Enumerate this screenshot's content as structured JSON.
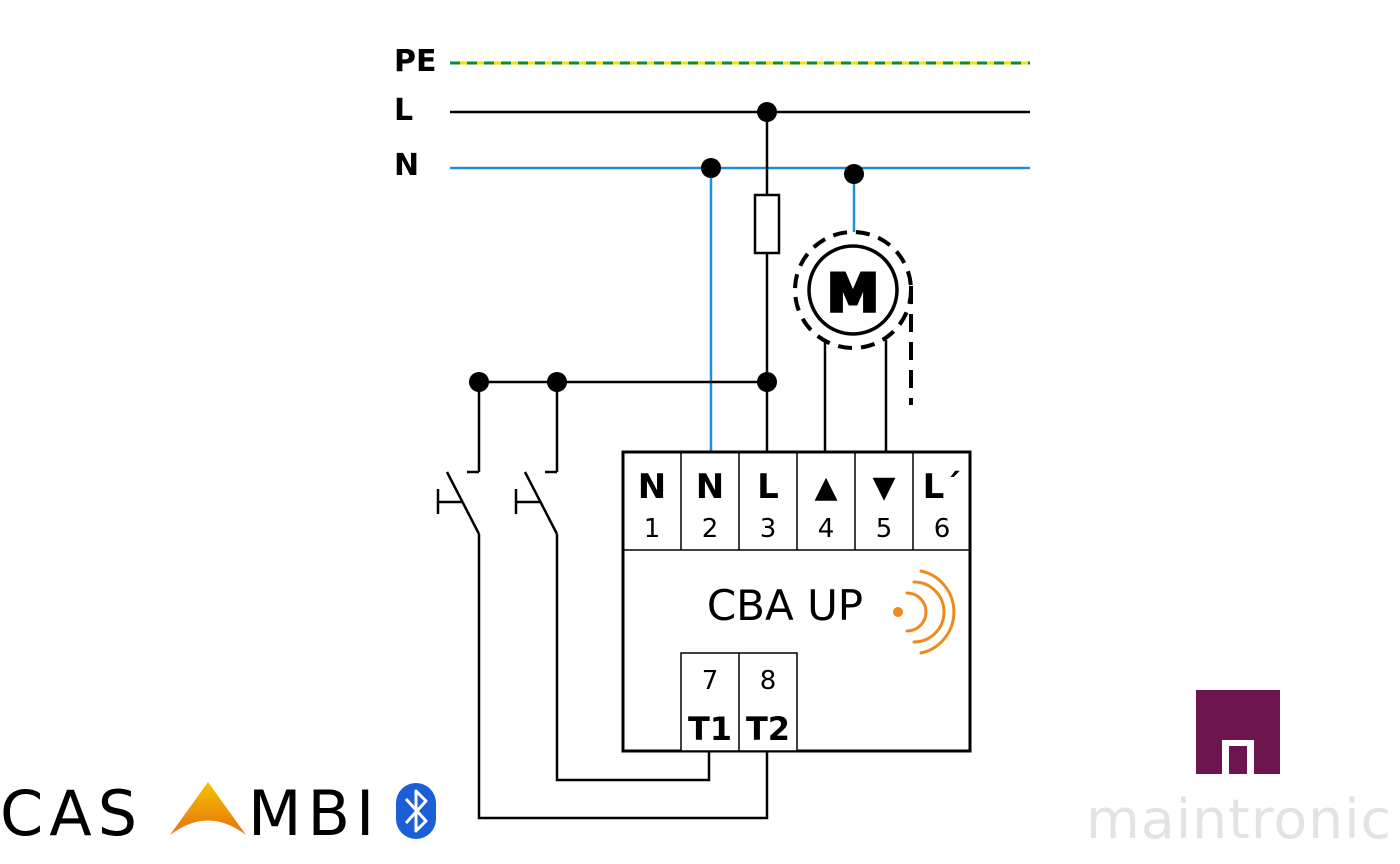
{
  "lines": {
    "pe": "PE",
    "l": "L",
    "n": "N"
  },
  "motor": {
    "symbol": "M"
  },
  "device": {
    "name": "CBA UP",
    "terminals_top": [
      {
        "letter": "N",
        "number": "1"
      },
      {
        "letter": "N",
        "number": "2"
      },
      {
        "letter": "L",
        "number": "3"
      },
      {
        "letter": "▲",
        "number": "4"
      },
      {
        "letter": "▼",
        "number": "5"
      },
      {
        "letter": "L´",
        "number": "6"
      }
    ],
    "terminals_bottom": [
      {
        "number": "7",
        "letter": "T1"
      },
      {
        "number": "8",
        "letter": "T2"
      }
    ]
  },
  "logos": {
    "casambi_pre": "CAS",
    "casambi_post": "MBI",
    "maintronic": "maintronic"
  },
  "colors": {
    "pe_yellow": "#f2e000",
    "pe_green": "#0a8a3a",
    "neutral_blue": "#1e8fd0",
    "wire": "#000000",
    "signal_orange": "#f08a1e",
    "maintronic_purple": "#6e1550",
    "bluetooth_blue": "#1a5fd6"
  }
}
